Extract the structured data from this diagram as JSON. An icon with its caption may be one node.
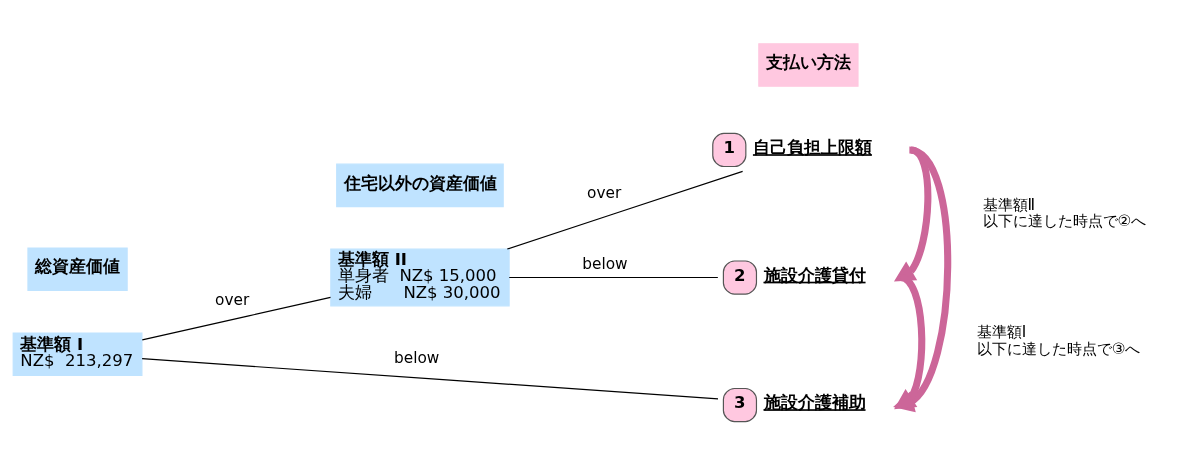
{
  "diagram": {
    "nodes": [
      {
        "text": [
          "総資産価値"
        ]
      },
      {
        "text": [
          "住宅以外の資産価値"
        ]
      },
      {
        "text": [
          "支払い方法"
        ]
      },
      {
        "text": [
          "基準額 I",
          "NZ$  213,297"
        ]
      },
      {
        "text": [
          "基準額 II",
          "単身者  NZ$ 15,000",
          "夫婦      NZ$ 30,000"
        ]
      },
      {
        "text": [
          "1"
        ],
        "beside": [
          "自己負担上限額"
        ]
      },
      {
        "text": [
          "2"
        ],
        "beside": [
          "施設介護貸付"
        ]
      },
      {
        "text": [
          "3"
        ],
        "beside": [
          "施設介護補助"
        ]
      }
    ],
    "edges": [
      {
        "from": 3,
        "to": 4,
        "arrow": "none",
        "label": "over"
      },
      {
        "from": 3,
        "to": 7,
        "arrow": "none",
        "label": "below"
      },
      {
        "from": 4,
        "to": 5,
        "arrow": "none",
        "label": "over"
      },
      {
        "from": 4,
        "to": 6,
        "arrow": "none",
        "label": "below"
      },
      {
        "from": 5,
        "to": 6,
        "arrow": "to",
        "style": "thick",
        "color": "#cc6699",
        "label": "基準額Ⅱ 以下に達した時点で②へ"
      },
      {
        "from": 6,
        "to": 7,
        "arrow": "to",
        "style": "thick",
        "color": "#cc6699",
        "label": "基準額Ⅰ 以下に達した時点で③へ"
      },
      {
        "from": 5,
        "to": 7,
        "arrow": "to",
        "style": "thick",
        "color": "#cc6699"
      }
    ]
  }
}
